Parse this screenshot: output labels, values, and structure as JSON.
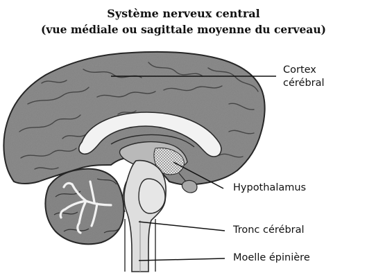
{
  "title": {
    "line1": "Système nerveux central",
    "line2": "(vue médiale ou sagittale moyenne du cerveau)"
  },
  "labels": {
    "cortex_line1": "Cortex",
    "cortex_line2": "cérébral",
    "hypothalamus": "Hypothalamus",
    "tronc": "Tronc cérébral",
    "moelle": "Moelle épinière"
  },
  "colors": {
    "cortex": "#8e8e8e",
    "white_matter": "#f2f2f2",
    "thalamus": "#b9b9b9",
    "cerebellum": "#8a8a8a",
    "brainstem": "#dedede",
    "outline": "#2a2a2a"
  }
}
